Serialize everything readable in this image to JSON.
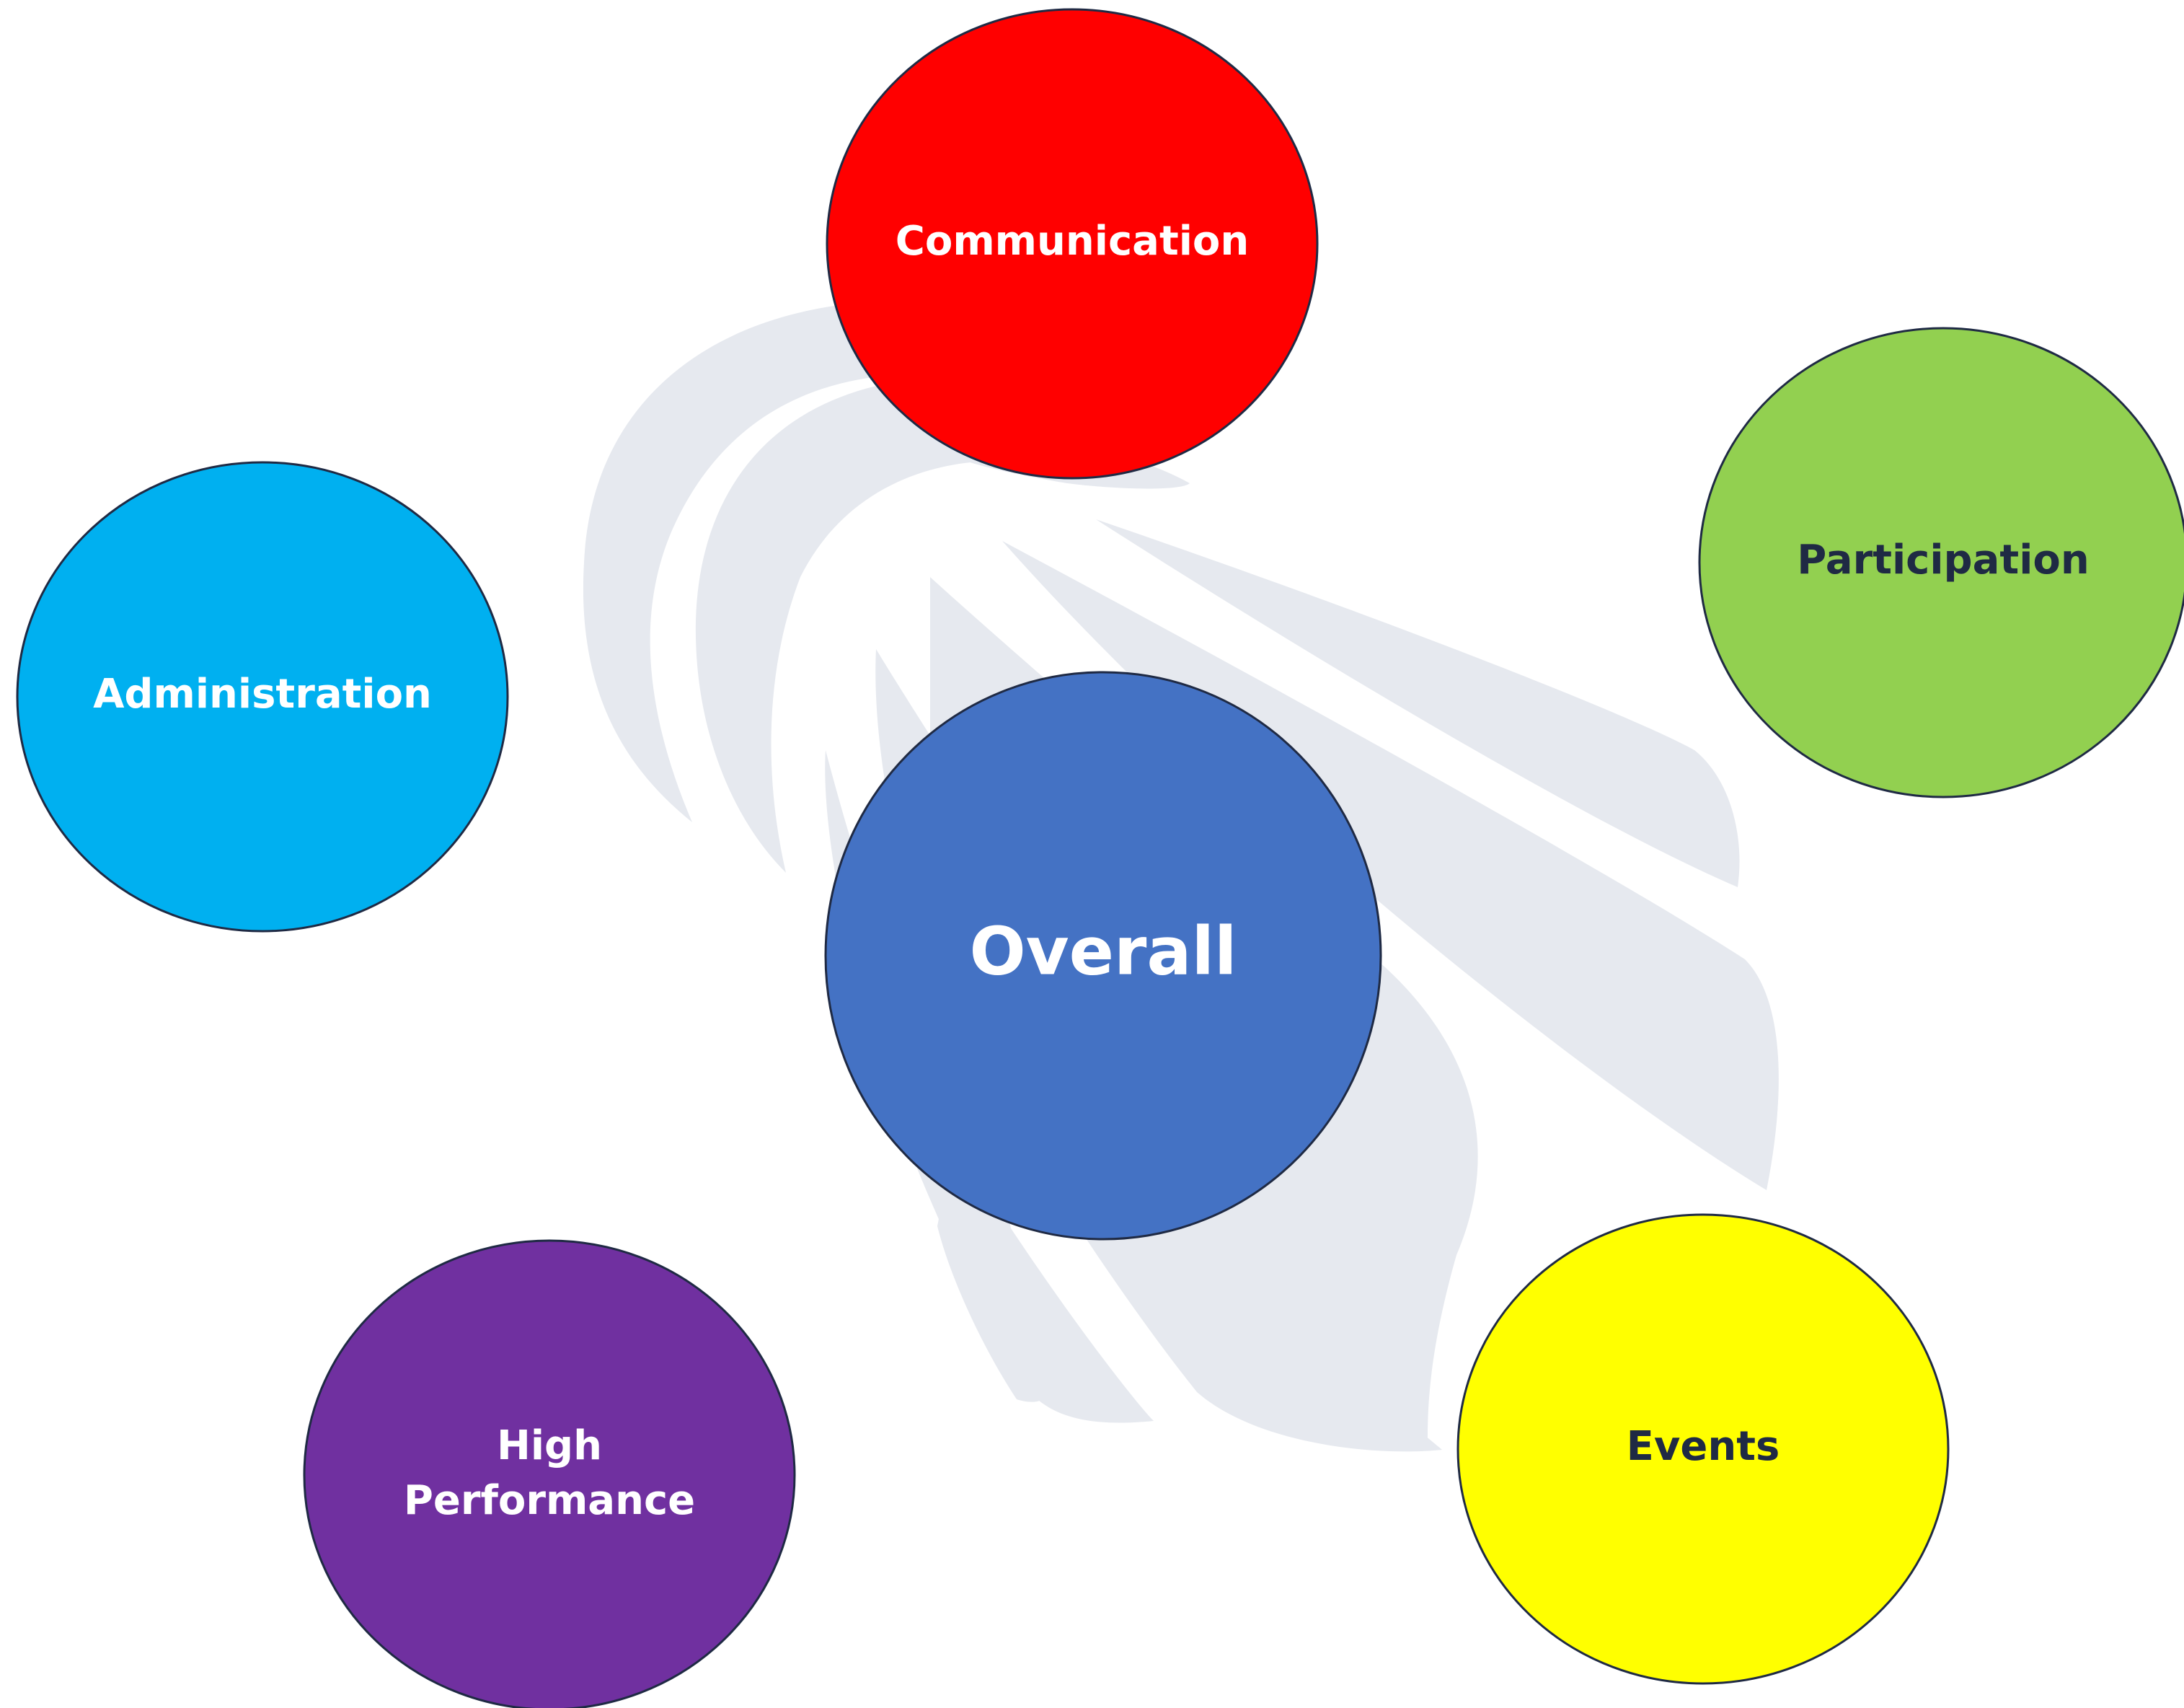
{
  "diagram": {
    "center": {
      "label": "Overall",
      "fill": "#4472C4",
      "text_color": "#ffffff"
    },
    "nodes": [
      {
        "id": "communication",
        "label": "Communication",
        "fill": "#FF0000",
        "text_color": "#ffffff"
      },
      {
        "id": "participation",
        "label": "Participation",
        "fill": "#92D050",
        "text_color": "#1F2A44"
      },
      {
        "id": "administration",
        "label": "Administration",
        "fill": "#00B0F0",
        "text_color": "#ffffff"
      },
      {
        "id": "high-performance",
        "label_line1": "High",
        "label_line2": "Performance",
        "fill": "#7030A0",
        "text_color": "#ffffff"
      },
      {
        "id": "events",
        "label": "Events",
        "fill": "#FFFF00",
        "text_color": "#1F2A44"
      }
    ],
    "watermark": {
      "icon": "shuttlecock-icon",
      "color": "#E6E9EF"
    },
    "stroke_color": "#1F2A44"
  }
}
